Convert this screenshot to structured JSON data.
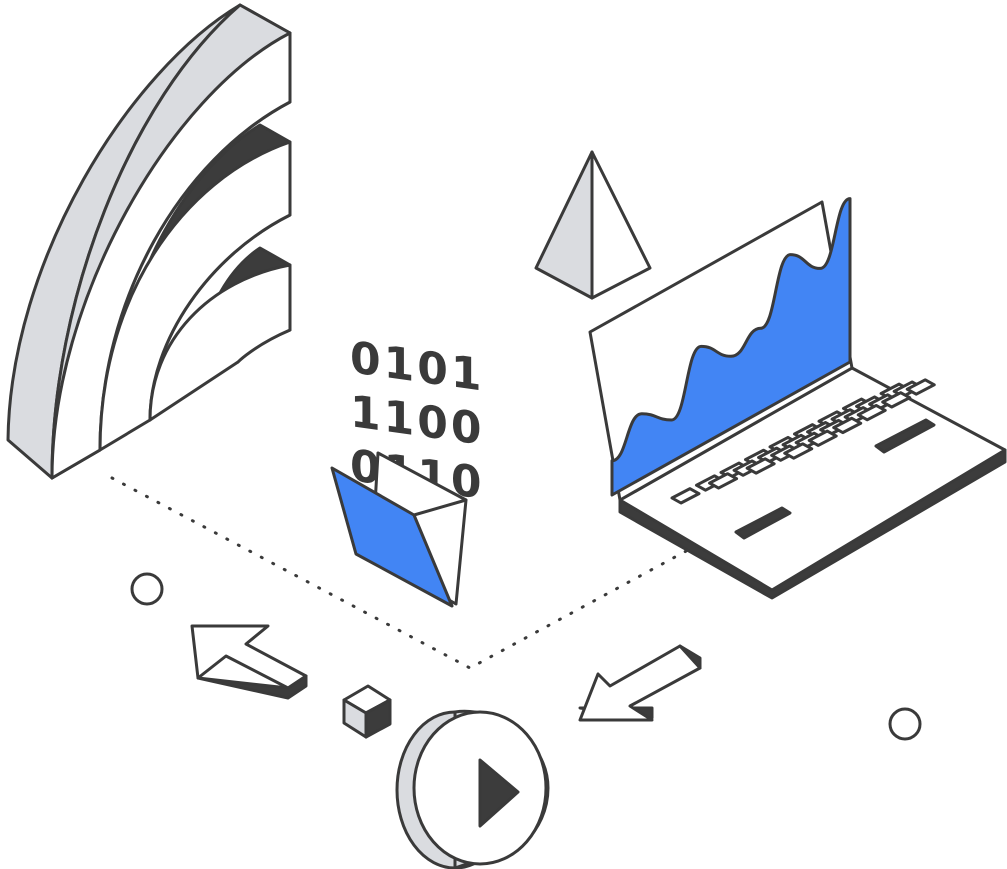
{
  "binary": {
    "lines": [
      "0101",
      "1100",
      "0110"
    ]
  },
  "chart": {
    "trend": [
      0.18,
      0.34,
      0.22,
      0.52,
      0.38,
      0.44,
      0.74,
      0.58,
      0.86
    ]
  },
  "colors": {
    "ink": "#3a3a3a",
    "blue": "#4285f4",
    "gray": "#dadce0",
    "dark": "#3c3c3c",
    "paper": "#ffffff"
  },
  "icons": {
    "wifi": "wifi-signal-icon",
    "pyramid": "pyramid-icon",
    "laptop": "laptop-icon",
    "folder": "folder-icon",
    "play": "play-button-icon",
    "cube": "cube-icon",
    "arrow_left": "arrow-up-left-icon",
    "arrow_right": "arrow-down-left-icon",
    "ring": "circle-icon"
  }
}
